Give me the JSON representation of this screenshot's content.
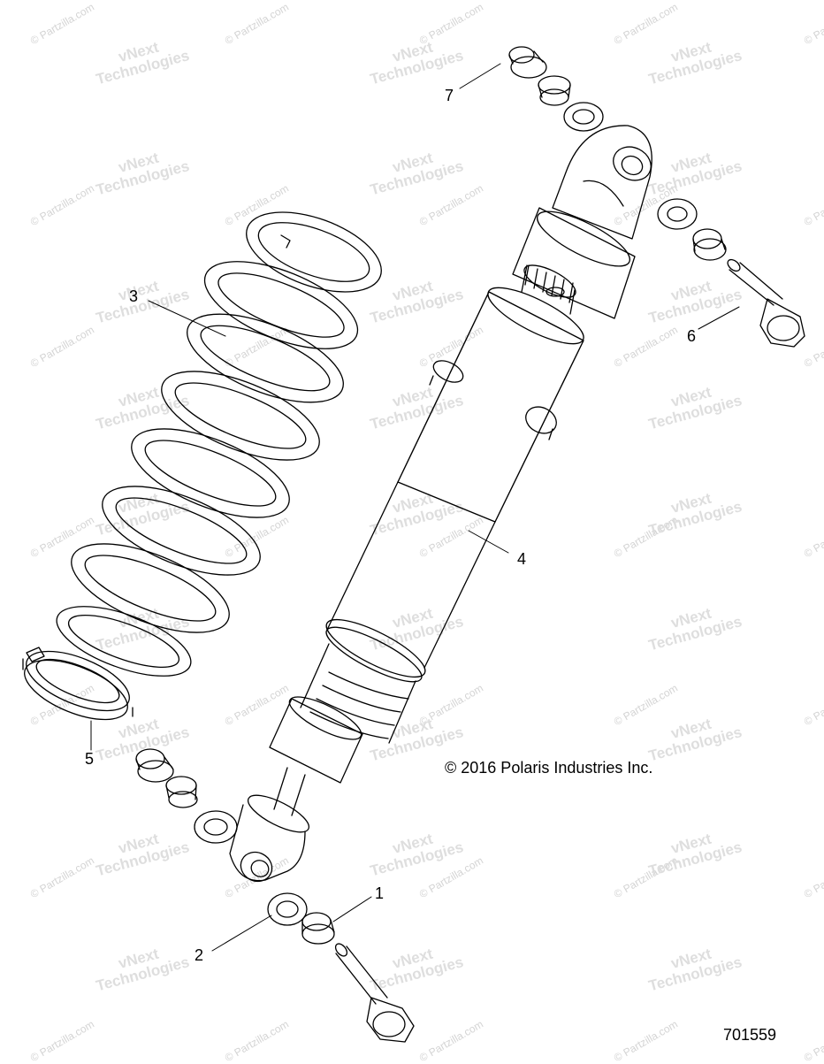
{
  "watermarks": {
    "partzilla": "© Partzilla.com",
    "vnext_line1": "vNext",
    "vnext_line2": "Technologies"
  },
  "callouts": {
    "c1": "1",
    "c2": "2",
    "c3": "3",
    "c4": "4",
    "c5": "5",
    "c6": "6",
    "c7": "7"
  },
  "copyright": "© 2016 Polaris Industries Inc.",
  "diagram_id": "701559"
}
